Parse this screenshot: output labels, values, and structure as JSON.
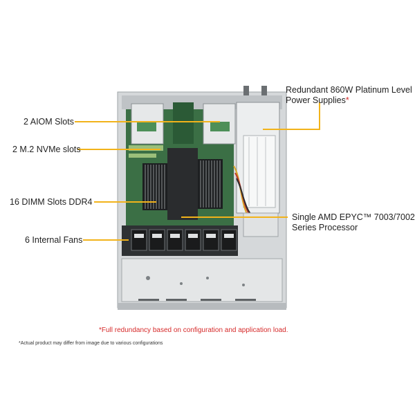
{
  "callouts": {
    "aiom": "2 AIOM  Slots",
    "m2": "2 M.2 NVMe slots",
    "dimm": "16 DIMM Slots DDR4",
    "fans": "6 Internal  Fans",
    "psu_line1": "Redundant  860W Platinum Level",
    "psu_line2": "Power Supplies",
    "psu_asterisk": "*",
    "cpu_line1": "Single AMD EPYC™ 7003/7002",
    "cpu_line2": "Series Processor"
  },
  "footnotes": {
    "redundancy": "*Full redundancy  based on configuration  and application load.",
    "disclaimer": "*Actual product may differ from image due to various configurations"
  },
  "colors": {
    "callout_line": "#f2b31a",
    "asterisk": "#d62a2a",
    "chassis": "#c9ccce",
    "board": "#2f6b3c"
  }
}
